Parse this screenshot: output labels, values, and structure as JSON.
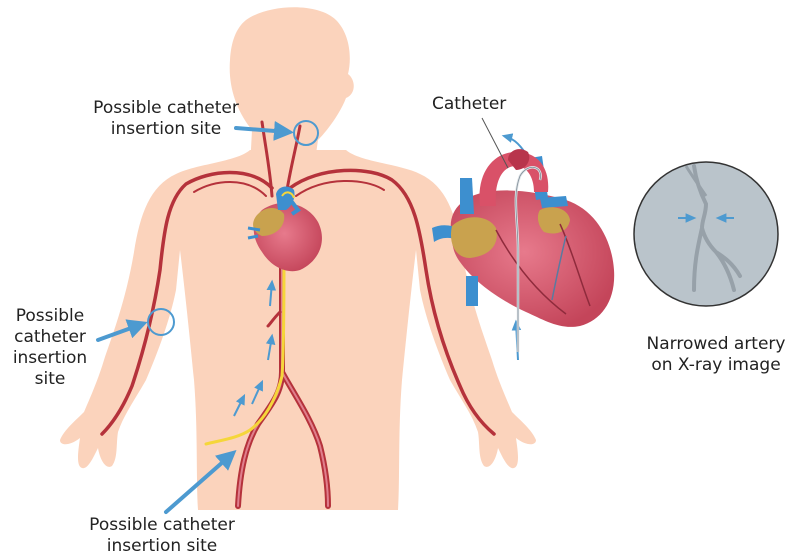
{
  "labels": {
    "neck_site": [
      "Possible catheter",
      "insertion site"
    ],
    "arm_site": [
      "Possible",
      "catheter",
      "insertion",
      "site"
    ],
    "groin_site": [
      "Possible catheter",
      "insertion site"
    ],
    "catheter": "Catheter",
    "xray_caption": [
      "Narrowed artery",
      "on X-ray image"
    ]
  },
  "colors": {
    "skin": "#fbd3bc",
    "artery": "#b5323b",
    "vein": "#cc6b76",
    "heart": "#d9566b",
    "fat": "#c9a24e",
    "vessel_blue": "#3d8fcf",
    "catheter_line": "#f5d63a",
    "pointer_arrow": "#4d9ad0",
    "xray_disc": "#bac4cb"
  },
  "icons": [
    "insertion-site-circle",
    "pointer-arrow",
    "flow-arrow",
    "narrowing-arrow"
  ]
}
